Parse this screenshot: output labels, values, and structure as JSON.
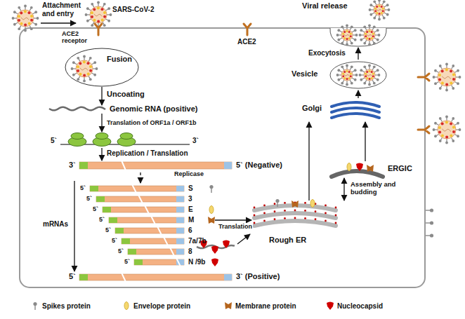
{
  "diagram": {
    "nodes": [
      {
        "text": [
          "Fusion"
        ]
      },
      {
        "text": [
          "3`",
          "Replicase",
          "5` (Negative)"
        ]
      },
      {
        "text": [
          "5`",
          "S"
        ]
      },
      {
        "text": [
          "5`",
          "3"
        ]
      },
      {
        "text": [
          "5`",
          "E"
        ]
      },
      {
        "text": [
          "5`",
          "M"
        ]
      },
      {
        "text": [
          "5`",
          "6"
        ]
      },
      {
        "text": [
          "5`",
          "7a/7b"
        ]
      },
      {
        "text": [
          "5`",
          "8"
        ]
      },
      {
        "text": [
          "5`",
          "N /9b"
        ]
      },
      {
        "text": [
          "5`",
          "3` (Positive)"
        ]
      },
      {
        "text": [
          "Rough ER"
        ]
      },
      {
        "text": [
          "ERGIC"
        ]
      },
      {
        "text": [
          "Golgi"
        ]
      },
      {
        "text": [
          "Vesicle"
        ]
      },
      {
        "text": [
          "Viral release"
        ]
      }
    ],
    "edges": [
      {
        "from": 1,
        "to": 10,
        "arrow": "to",
        "label": "mRNAs"
      },
      {
        "from": 5,
        "to": 11,
        "arrow": "to",
        "label": "Translation"
      },
      {
        "from": 11,
        "to": 12,
        "arrow": "both",
        "label": "Assembly and budding"
      },
      {
        "from": 11,
        "to": 13,
        "arrow": "to"
      },
      {
        "from": 12,
        "to": 13,
        "arrow": "to"
      },
      {
        "from": 13,
        "to": 14,
        "arrow": "to"
      },
      {
        "from": 14,
        "to": 15,
        "arrow": "to",
        "label": "Exocytosis"
      }
    ],
    "labels": [
      "Attachment and entry",
      "SARS-CoV-2",
      "ACE2 receptor",
      "ACE2",
      "Uncoating",
      "Genomic RNA (positive)",
      "Translation of ORF1a / ORF1b",
      "5`",
      "3`",
      "Replication / Translation"
    ],
    "legend": [
      {
        "text": "Spikes protein"
      },
      {
        "text": "Envelope protein"
      },
      {
        "text": "Membrane protein"
      },
      {
        "text": "Nucleocapsid"
      }
    ]
  }
}
